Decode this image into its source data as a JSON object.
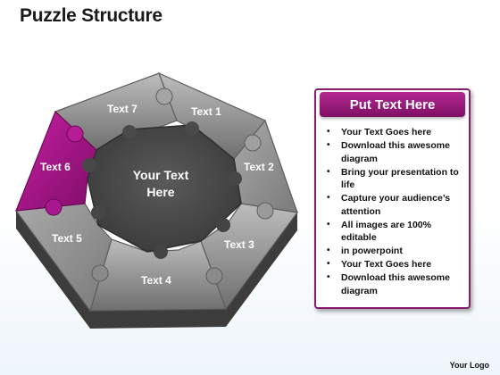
{
  "slide": {
    "title": "Puzzle Structure",
    "logo": "Your Logo"
  },
  "diagram": {
    "center": {
      "line1": "Your Text",
      "line2": "Here"
    },
    "pieces": [
      {
        "id": 1,
        "label": "Text 1",
        "highlighted": false
      },
      {
        "id": 2,
        "label": "Text 2",
        "highlighted": false
      },
      {
        "id": 3,
        "label": "Text 3",
        "highlighted": false
      },
      {
        "id": 4,
        "label": "Text 4",
        "highlighted": false
      },
      {
        "id": 5,
        "label": "Text 5",
        "highlighted": false
      },
      {
        "id": 6,
        "label": "Text 6",
        "highlighted": true
      },
      {
        "id": 7,
        "label": "Text 7",
        "highlighted": false
      }
    ],
    "colors": {
      "piece": "#8e8e8e",
      "highlight": "#a3148a",
      "center": "#4a4a4a"
    }
  },
  "panel": {
    "header": "Put Text Here",
    "items": [
      "Your Text Goes here",
      "Download this awesome diagram",
      "Bring your presentation to life",
      "Capture your audience’s attention",
      "All images are 100% editable",
      "in powerpoint",
      "Your Text Goes here",
      "Download this awesome diagram"
    ],
    "accent": "#8a1c6e"
  }
}
